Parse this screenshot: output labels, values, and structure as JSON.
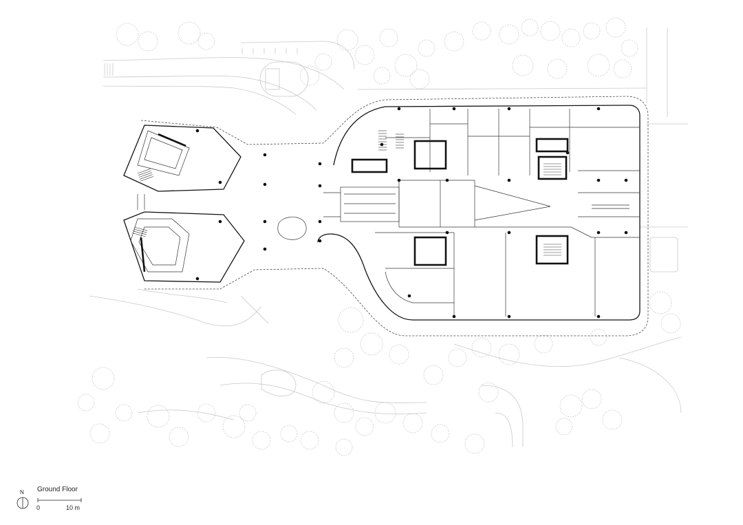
{
  "legend": {
    "title": "Ground Floor",
    "north_label": "N",
    "scale_start": "0",
    "scale_end": "10 m"
  },
  "colors": {
    "background": "#ffffff",
    "wall": "#111111",
    "line": "#333333",
    "landscape": "#c8c8c8",
    "column": "#111111"
  }
}
